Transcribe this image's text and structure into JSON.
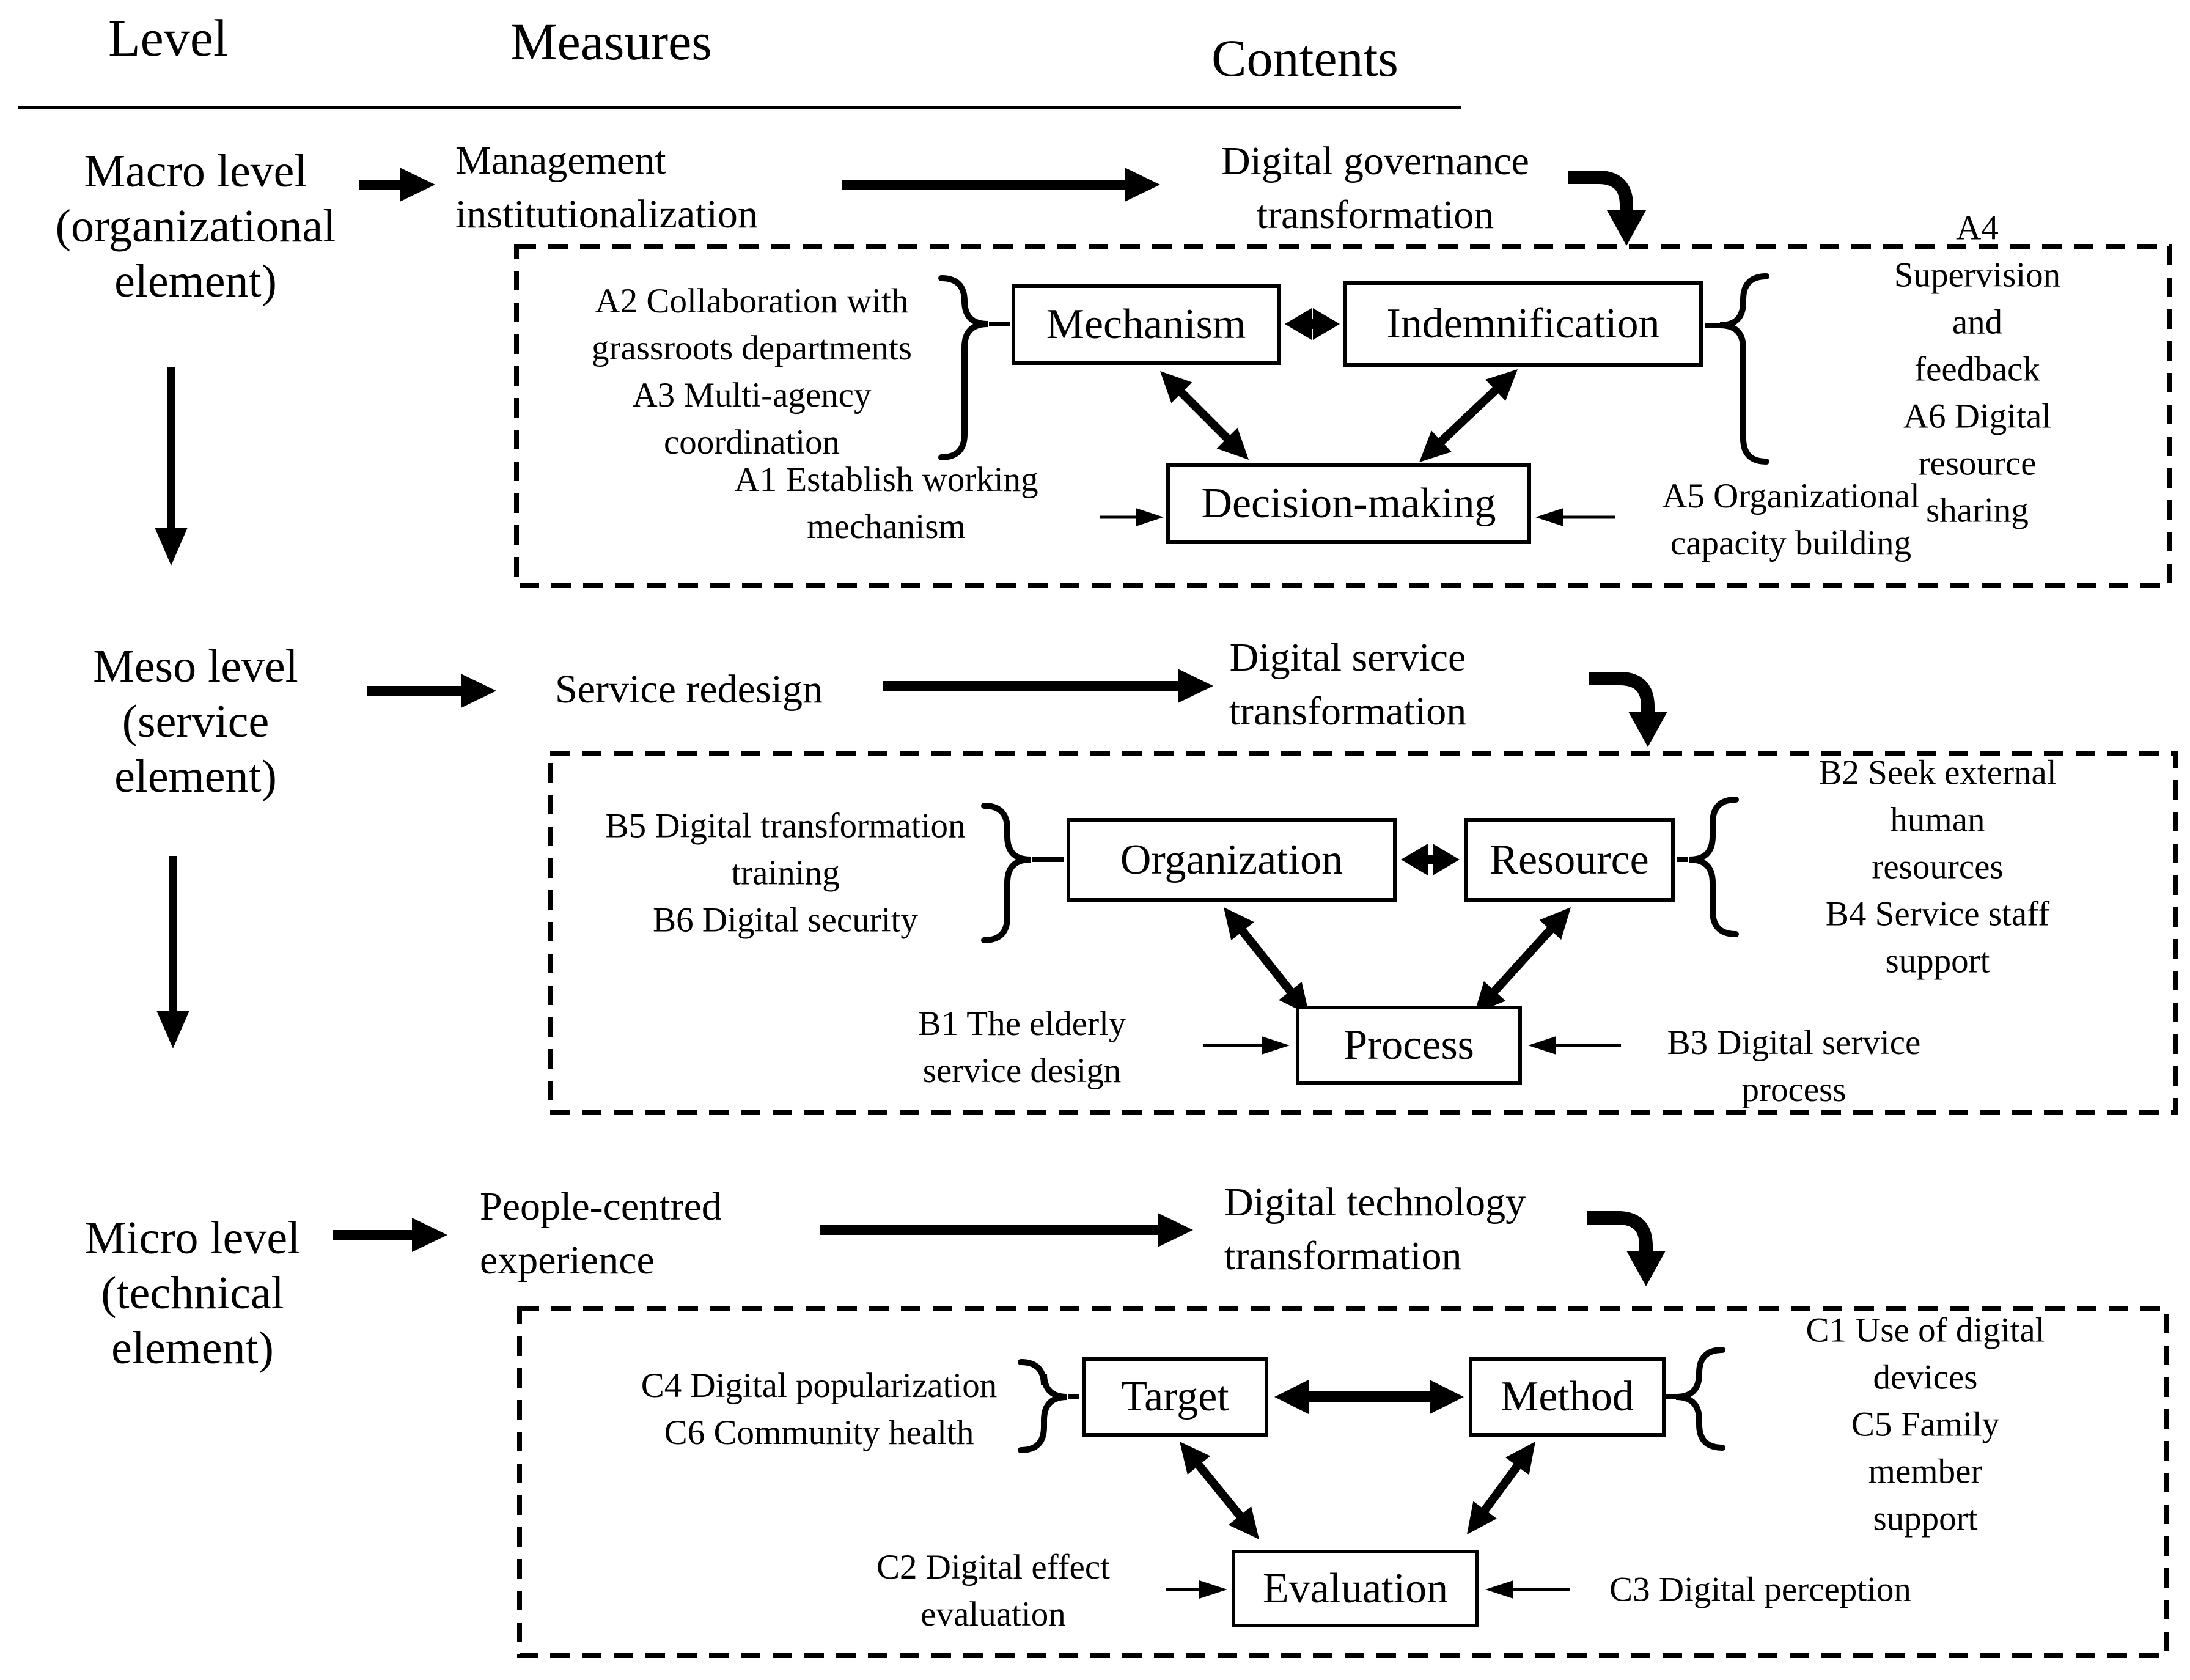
{
  "colors": {
    "ink": "#000000",
    "background": "#ffffff"
  },
  "header": {
    "level": "Level",
    "measures": "Measures",
    "contents": "Contents"
  },
  "sections": {
    "macro": {
      "level_label": "Macro level\n(organizational\nelement)",
      "measure": "Management\ninstitutionalization",
      "content": "Digital governance\ntransformation",
      "boxes": {
        "left": "Mechanism",
        "right": "Indemnification",
        "bottom": "Decision-making"
      },
      "items": {
        "left_group": "A2 Collaboration with\ngrassroots departments\nA3 Multi-agency\ncoordination",
        "right_group": "A4 Supervision and\nfeedback\nA6 Digital resource\nsharing",
        "bottom_left": "A1 Establish working\nmechanism",
        "bottom_right": "A5 Organizational\ncapacity building"
      }
    },
    "meso": {
      "level_label": "Meso level\n(service\nelement)",
      "measure": "Service redesign",
      "content": "Digital service\ntransformation",
      "boxes": {
        "left": "Organization",
        "right": "Resource",
        "bottom": "Process"
      },
      "items": {
        "left_group": "B5 Digital transformation\ntraining\nB6 Digital security",
        "right_group": "B2 Seek external human\nresources\nB4 Service staff support",
        "bottom_left": "B1 The elderly\nservice design",
        "bottom_right": "B3 Digital service\nprocess"
      }
    },
    "micro": {
      "level_label": "Micro level\n(technical\nelement)",
      "measure": "People-centred\nexperience",
      "content": "Digital technology\ntransformation",
      "boxes": {
        "left": "Target",
        "right": "Method",
        "bottom": "Evaluation"
      },
      "items": {
        "left_group": "C4 Digital popularization\nC6 Community health",
        "right_group": "C1 Use of digital devices\nC5 Family member\nsupport",
        "bottom_left": "C2 Digital effect\nevaluation",
        "bottom_right": "C3 Digital perception"
      }
    }
  }
}
